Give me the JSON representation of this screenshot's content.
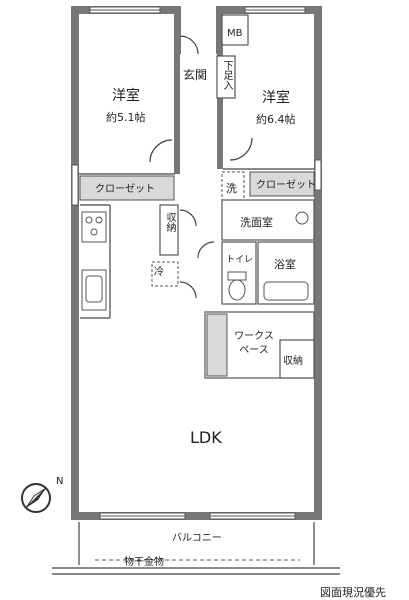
{
  "rooms": {
    "western1": {
      "name": "洋室",
      "size": "約5.1帖"
    },
    "western2": {
      "name": "洋室",
      "size": "約6.4帖"
    },
    "entrance": "玄関",
    "shoe": "下足入",
    "mb": "MB",
    "closet1": "クローゼット",
    "closet2": "クローゼット",
    "wash_small": "洗",
    "washroom": "洗面室",
    "storage1": "収納",
    "fridge": "冷",
    "toilet": "トイレ",
    "bath": "浴室",
    "workspace": "ワークスペース",
    "storage2": "収納",
    "ldk": "LDK",
    "balcony": "バルコニー",
    "laundry": "物干金物"
  },
  "compass": {
    "label": "N"
  },
  "footer": {
    "note": "図面現況優先"
  }
}
